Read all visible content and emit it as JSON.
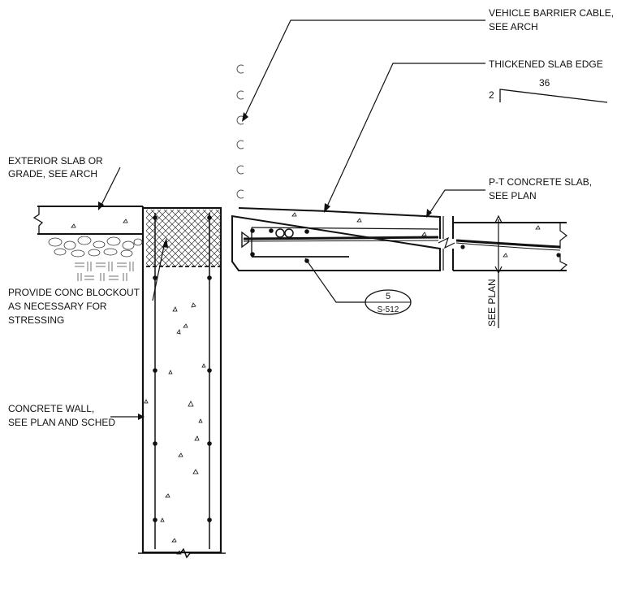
{
  "notes": {
    "vehicle_barrier": [
      "VEHICLE BARRIER CABLE,",
      "SEE ARCH"
    ],
    "thickened_slab": [
      "THICKENED SLAB EDGE"
    ],
    "exterior_slab": [
      "EXTERIOR SLAB OR",
      "GRADE, SEE ARCH"
    ],
    "pt_slab": [
      "P-T CONCRETE SLAB,",
      "SEE PLAN"
    ],
    "blockout": [
      "PROVIDE CONC BLOCKOUT",
      "AS NECESSARY FOR",
      "STRESSING"
    ],
    "wall": [
      "CONCRETE WALL,",
      "SEE PLAN AND SCHED"
    ]
  },
  "slope": {
    "rise": "2",
    "run": "36"
  },
  "section_tag": {
    "number": "5",
    "sheet": "S-512"
  },
  "see_plan_label": "SEE PLAN",
  "colors": {
    "line": "#111111",
    "background": "#ffffff"
  }
}
